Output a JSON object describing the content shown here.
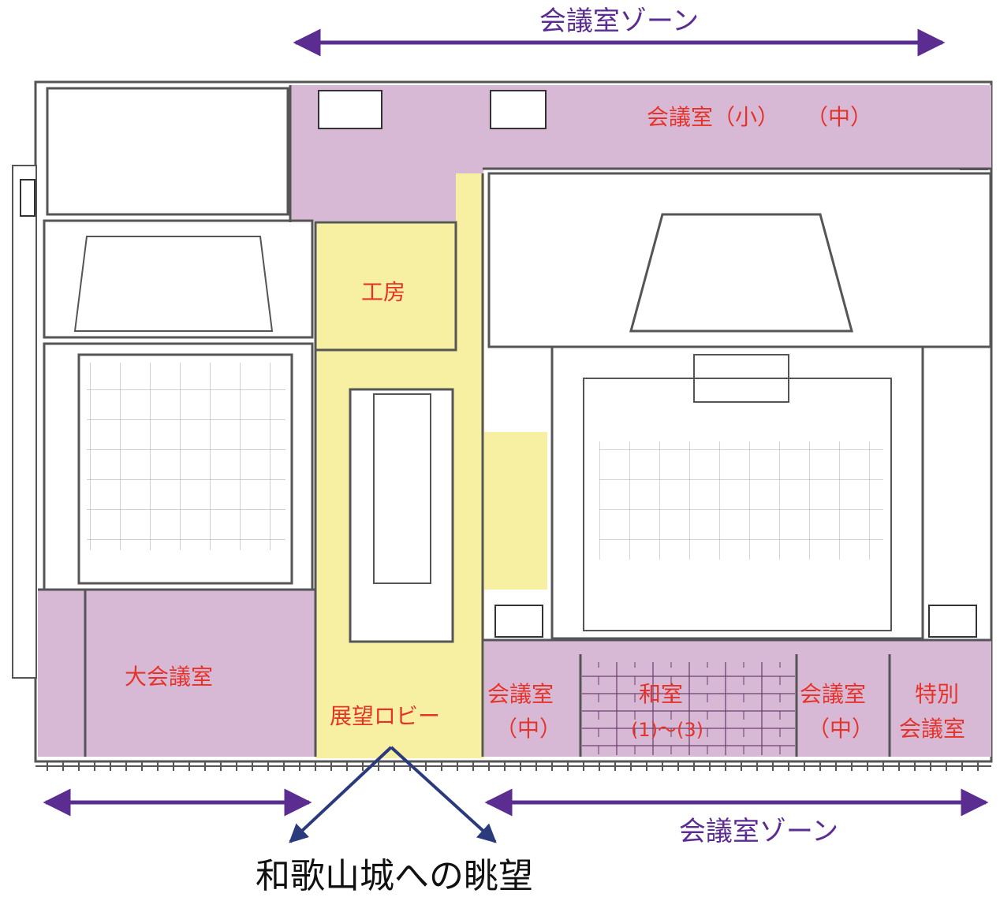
{
  "zones": {
    "top_zone_label": "会議室ゾーン",
    "bottom_zone_label": "会議室ゾーン"
  },
  "rooms": {
    "conf_small": "会議室（小）",
    "conf_medium_top": "（中）",
    "workshop": "工房",
    "large_conf": "大会議室",
    "lobby": "展望ロビー",
    "conf_medium_left_1": "会議室",
    "conf_medium_left_2": "（中）",
    "japanese_room_1": "和室",
    "japanese_room_2": "(1)～(3)",
    "conf_medium_right_1": "会議室",
    "conf_medium_right_2": "（中）",
    "special_conf_1": "特別",
    "special_conf_2": "会議室"
  },
  "view_label": "和歌山城への眺望",
  "colors": {
    "meeting_purple": "#d7b9d6",
    "lobby_yellow": "#f7f0a2",
    "arrow_purple": "#5b2d91",
    "arrow_navy": "#2b3a7c",
    "label_red": "#e6332a",
    "wall": "#555555"
  }
}
